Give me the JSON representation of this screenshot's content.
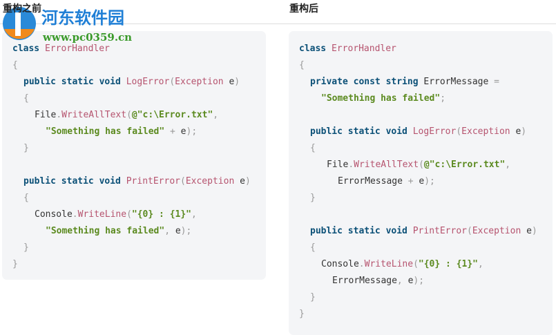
{
  "left": {
    "title": "重构之前",
    "lines": [
      [
        [
          0,
          [
            [
              "kw",
              "class"
            ],
            [
              "id",
              " "
            ],
            [
              "cls",
              "ErrorHandler"
            ]
          ]
        ]
      ],
      [
        [
          0,
          [
            [
              "pun",
              "{"
            ]
          ]
        ]
      ],
      [
        [
          1,
          [
            [
              "kw",
              "public static void"
            ],
            [
              "id",
              " "
            ],
            [
              "cls",
              "LogError"
            ],
            [
              "pun",
              "("
            ],
            [
              "cls",
              "Exception"
            ],
            [
              "id",
              " e"
            ],
            [
              "pun",
              ")"
            ]
          ]
        ]
      ],
      [
        [
          1,
          [
            [
              "pun",
              "{"
            ]
          ]
        ]
      ],
      [
        [
          2,
          [
            [
              "id",
              "File"
            ],
            [
              "pun",
              "."
            ],
            [
              "cls",
              "WriteAllText"
            ],
            [
              "pun",
              "("
            ],
            [
              "str",
              "@\"c:\\Error.txt\""
            ],
            [
              "pun",
              ","
            ]
          ]
        ]
      ],
      [
        [
          3,
          [
            [
              "str",
              "\"Something has failed\""
            ],
            [
              "pun",
              " + "
            ],
            [
              "id",
              "e"
            ],
            [
              "pun",
              ");"
            ]
          ]
        ]
      ],
      [
        [
          1,
          [
            [
              "pun",
              "}"
            ]
          ]
        ]
      ],
      [
        [
          0,
          []
        ]
      ],
      [
        [
          1,
          [
            [
              "kw",
              "public static void"
            ],
            [
              "id",
              " "
            ],
            [
              "cls",
              "PrintError"
            ],
            [
              "pun",
              "("
            ],
            [
              "cls",
              "Exception"
            ],
            [
              "id",
              " e"
            ],
            [
              "pun",
              ")"
            ]
          ]
        ]
      ],
      [
        [
          1,
          [
            [
              "pun",
              "{"
            ]
          ]
        ]
      ],
      [
        [
          2,
          [
            [
              "id",
              "Console"
            ],
            [
              "pun",
              "."
            ],
            [
              "cls",
              "WriteLine"
            ],
            [
              "pun",
              "("
            ],
            [
              "str",
              "\"{0} : {1}\""
            ],
            [
              "pun",
              ","
            ]
          ]
        ]
      ],
      [
        [
          3,
          [
            [
              "str",
              "\"Something has failed\""
            ],
            [
              "pun",
              ", "
            ],
            [
              "id",
              "e"
            ],
            [
              "pun",
              ");"
            ]
          ]
        ]
      ],
      [
        [
          1,
          [
            [
              "pun",
              "}"
            ]
          ]
        ]
      ],
      [
        [
          0,
          [
            [
              "pun",
              "}"
            ]
          ]
        ]
      ]
    ]
  },
  "right": {
    "title": "重构后",
    "lines": [
      [
        [
          0,
          [
            [
              "kw",
              "class"
            ],
            [
              "id",
              " "
            ],
            [
              "cls",
              "ErrorHandler"
            ]
          ]
        ]
      ],
      [
        [
          0,
          [
            [
              "pun",
              "{"
            ]
          ]
        ]
      ],
      [
        [
          1,
          [
            [
              "kw",
              "private const string"
            ],
            [
              "id",
              " ErrorMessage "
            ],
            [
              "pun",
              "="
            ]
          ]
        ]
      ],
      [
        [
          2,
          [
            [
              "str",
              "\"Something has failed\""
            ],
            [
              "pun",
              ";"
            ]
          ]
        ]
      ],
      [
        [
          0,
          []
        ]
      ],
      [
        [
          1,
          [
            [
              "kw",
              "public static void"
            ],
            [
              "id",
              " "
            ],
            [
              "cls",
              "LogError"
            ],
            [
              "pun",
              "("
            ],
            [
              "cls",
              "Exception"
            ],
            [
              "id",
              " e"
            ],
            [
              "pun",
              ")"
            ]
          ]
        ]
      ],
      [
        [
          1,
          [
            [
              "pun",
              "{"
            ]
          ]
        ]
      ],
      [
        [
          2.5,
          [
            [
              "id",
              "File"
            ],
            [
              "pun",
              "."
            ],
            [
              "cls",
              "WriteAllText"
            ],
            [
              "pun",
              "("
            ],
            [
              "str",
              "@\"c:\\Error.txt\""
            ],
            [
              "pun",
              ","
            ]
          ]
        ]
      ],
      [
        [
          3.5,
          [
            [
              "id",
              "ErrorMessage"
            ],
            [
              "pun",
              " + "
            ],
            [
              "id",
              "e"
            ],
            [
              "pun",
              ");"
            ]
          ]
        ]
      ],
      [
        [
          1,
          [
            [
              "pun",
              "}"
            ]
          ]
        ]
      ],
      [
        [
          0,
          []
        ]
      ],
      [
        [
          1,
          [
            [
              "kw",
              "public static void"
            ],
            [
              "id",
              " "
            ],
            [
              "cls",
              "PrintError"
            ],
            [
              "pun",
              "("
            ],
            [
              "cls",
              "Exception"
            ],
            [
              "id",
              " e"
            ],
            [
              "pun",
              ")"
            ]
          ]
        ]
      ],
      [
        [
          1,
          [
            [
              "pun",
              "{"
            ]
          ]
        ]
      ],
      [
        [
          2,
          [
            [
              "id",
              "Console"
            ],
            [
              "pun",
              "."
            ],
            [
              "cls",
              "WriteLine"
            ],
            [
              "pun",
              "("
            ],
            [
              "str",
              "\"{0} : {1}\""
            ],
            [
              "pun",
              ","
            ]
          ]
        ]
      ],
      [
        [
          3,
          [
            [
              "id",
              "ErrorMessage"
            ],
            [
              "pun",
              ", "
            ],
            [
              "id",
              "e"
            ],
            [
              "pun",
              ");"
            ]
          ]
        ]
      ],
      [
        [
          1,
          [
            [
              "pun",
              "}"
            ]
          ]
        ]
      ],
      [
        [
          0,
          [
            [
              "pun",
              "}"
            ]
          ]
        ]
      ]
    ]
  },
  "watermark": {
    "name": "河东软件园",
    "url": "www.pc0359.cn"
  },
  "colors": {
    "keyword": "#0b5077",
    "identifier": "#b6546f",
    "string": "#5b8a1f",
    "panel": "#f4f5f7"
  }
}
